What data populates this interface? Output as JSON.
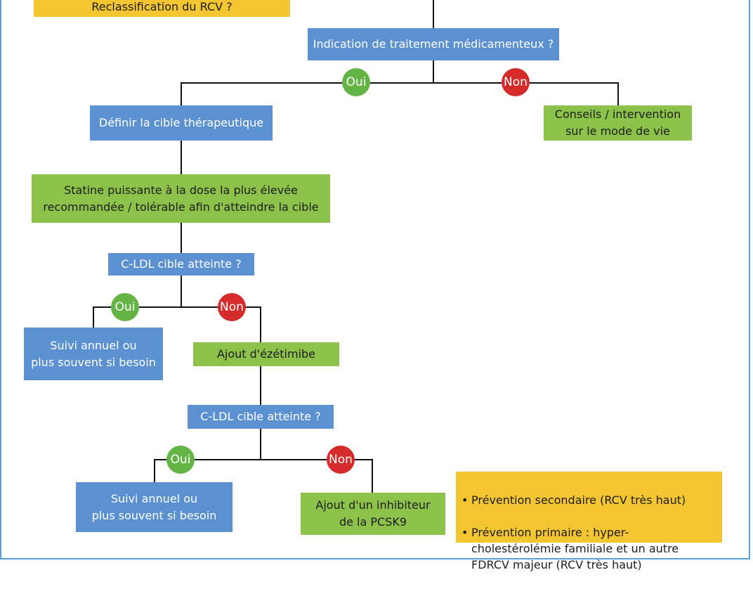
{
  "colors": {
    "blue": "#5b91d0",
    "green": "#8dc24a",
    "yellow": "#f2c531",
    "oui": "#63b345",
    "non": "#d52b2b",
    "line": "#111111",
    "border": "#5aa0dc"
  },
  "nodes": {
    "reclassification": "Reclassification du RCV ?",
    "indication": "Indication de traitement médicamenteux ?",
    "definir_cible": "Définir la cible thérapeutique",
    "conseils": "Conseils / intervention\nsur le mode de vie",
    "statine": "Statine puissante à la dose la plus élevée\nrecommandée / tolérable afin d'atteindre la cible",
    "cldl_1": "C-LDL cible atteinte ?",
    "suivi_1": "Suivi annuel ou\nplus souvent si besoin",
    "ezetimibe": "Ajout d'ézétimibe",
    "cldl_2": "C-LDL cible atteinte ?",
    "suivi_2": "Suivi annuel ou\nplus souvent si besoin",
    "pcsk9": "Ajout d'un inhibiteur\nde la PCSK9"
  },
  "labels": {
    "oui": "Oui",
    "non": "Non"
  },
  "note": [
    "Prévention secondaire (RCV très haut)",
    "Prévention primaire : hyper-\ncholestérolémie familiale et un autre\nFDRCV majeur (RCV très haut)"
  ]
}
